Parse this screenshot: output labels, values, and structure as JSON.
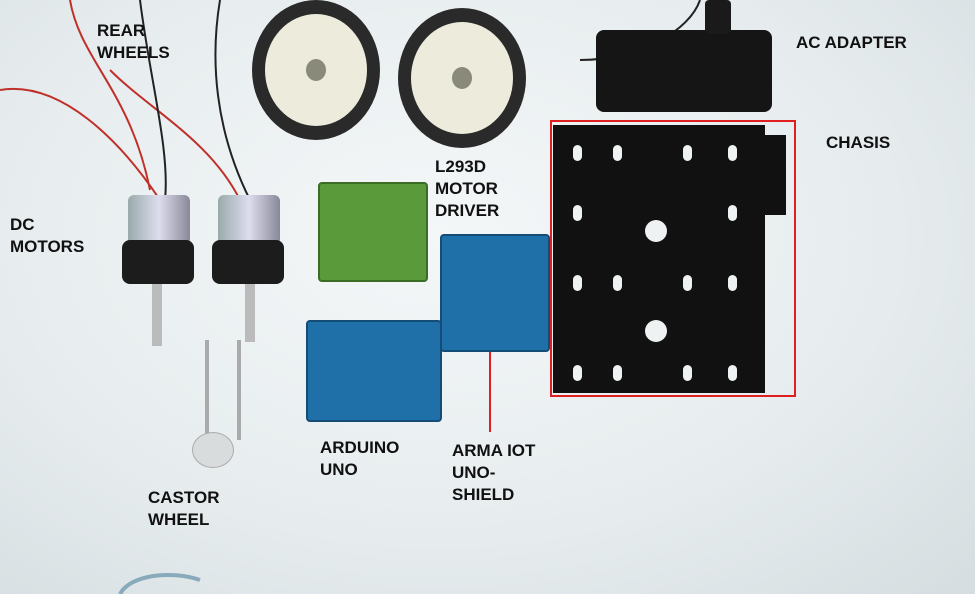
{
  "labels": {
    "rear_wheels": [
      "REAR",
      "WHEELS"
    ],
    "ac_adapter": "AC ADAPTER",
    "chasis": "CHASIS",
    "dc_motors": [
      "DC",
      "MOTORS"
    ],
    "motor_driver": [
      "L293D",
      "MOTOR",
      "DRIVER"
    ],
    "arduino_uno": [
      "ARDUINO",
      "UNO"
    ],
    "arma_iot": [
      "ARMA IOT",
      "UNO-",
      "SHIELD"
    ],
    "castor_wheel": [
      "CASTOR",
      "WHEEL"
    ]
  },
  "colors": {
    "highlight": "#e02020",
    "board_blue": "#1f6fa8",
    "board_green": "#5a9a3a",
    "chassis": "#111111"
  }
}
